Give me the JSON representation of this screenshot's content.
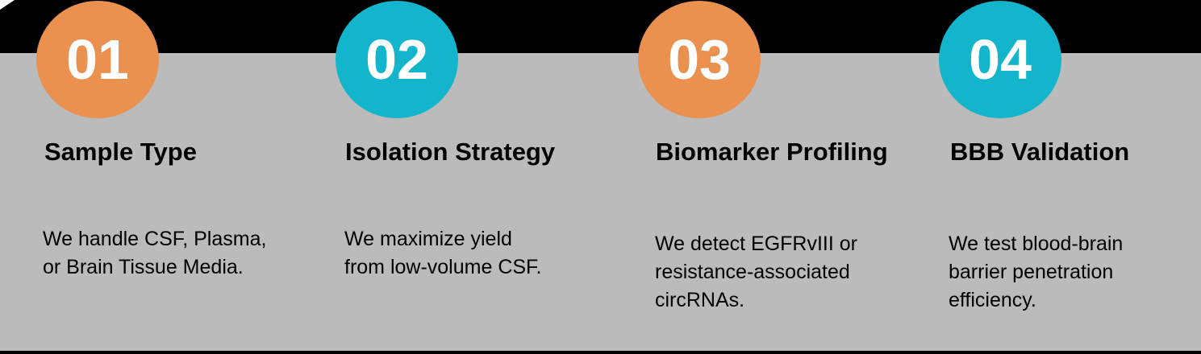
{
  "page": {
    "background_color": "#BBBBBB",
    "top_bar_color": "#000000",
    "bottom_bar_color": "#000000",
    "text_color": "#000000",
    "number_text_color": "#FFFFFF"
  },
  "accent_colors": {
    "orange": "#EA9150",
    "teal": "#12B5CB"
  },
  "steps": [
    {
      "number": "01",
      "accent": "orange",
      "color": "#EA9150",
      "title": "Sample Type",
      "description": "We handle CSF, Plasma,\nor Brain Tissue Media."
    },
    {
      "number": "02",
      "accent": "teal",
      "color": "#12B5CB",
      "title": "Isolation Strategy",
      "description": "We maximize yield\nfrom low-volume CSF."
    },
    {
      "number": "03",
      "accent": "orange",
      "color": "#EA9150",
      "title": "Biomarker Profiling",
      "description": "We detect EGFRvIII or\nresistance-associated\ncircRNAs."
    },
    {
      "number": "04",
      "accent": "teal",
      "color": "#12B5CB",
      "title": "BBB Validation",
      "description": "We test blood-brain\nbarrier penetration\nefficiency."
    }
  ]
}
